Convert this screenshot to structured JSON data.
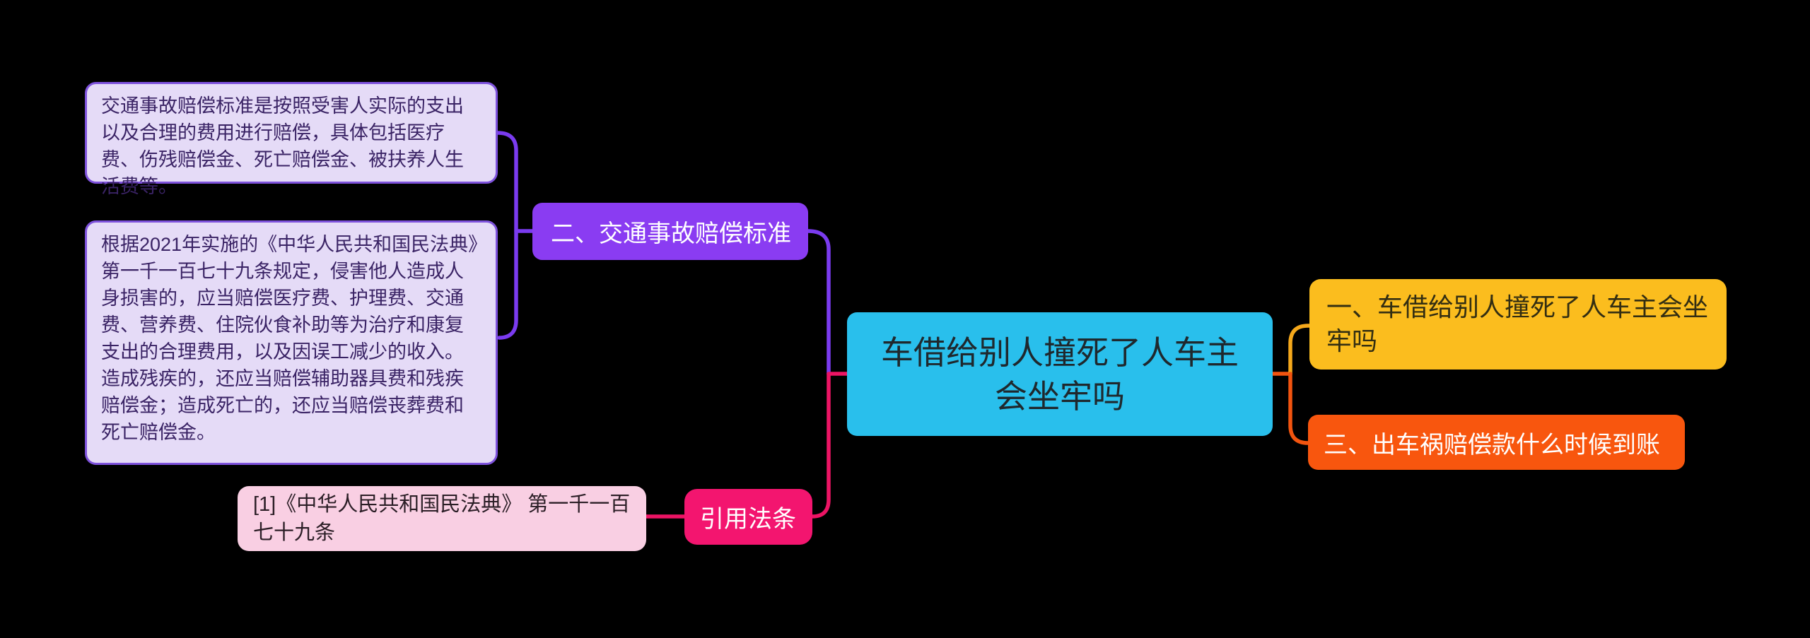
{
  "central_topic": {
    "label": "车借给别人撞死了人车主会坐牢吗"
  },
  "topics": [
    {
      "id": "topic1",
      "label": "一、车借给别人撞死了人车主会坐牢吗"
    },
    {
      "id": "topic2",
      "label": "二、交通事故赔偿标准"
    },
    {
      "id": "topic3",
      "label": "三、出车祸赔偿款什么时候到账"
    },
    {
      "id": "citation",
      "label": "引用法条"
    }
  ],
  "notes": {
    "standard_detail": {
      "text": "交通事故赔偿标准是按照受害人实际的支出以及合理的费用进行赔偿，具体包括医疗费、伤残赔偿金、死亡赔偿金、被扶养人生活费等。"
    },
    "law_detail": {
      "text": "根据2021年实施的《中华人民共和国民法典》第一千一百七十九条规定，侵害他人造成人身损害的，应当赔偿医疗费、护理费、交通费、营养费、住院伙食补助等为治疗和康复支出的合理费用，以及因误工减少的收入。造成残疾的，还应当赔偿辅助器具费和残疾赔偿金；造成死亡的，还应当赔偿丧葬费和死亡赔偿金。"
    },
    "citation_detail": {
      "text": "[1]《中华人民共和国民法典》 第一千一百七十九条"
    }
  },
  "colors": {
    "background": "#000000",
    "central_bg": "#29BFEC",
    "central_text": "#1F282D",
    "topic1_bg": "#FBBD1E",
    "topic2_bg": "#8A3CF2",
    "topic3_bg": "#F8560E",
    "citation_bg": "#F3156F",
    "note_bg": "#E5DBF7",
    "note_border": "#7E52DC",
    "note_text": "#3A2365",
    "citation_note_bg": "#F9CFE3",
    "line_purple": "#7A3BEF",
    "line_pink": "#EC1464",
    "line_orange": "#F2540F",
    "line_yellow": "#F5A81B"
  }
}
